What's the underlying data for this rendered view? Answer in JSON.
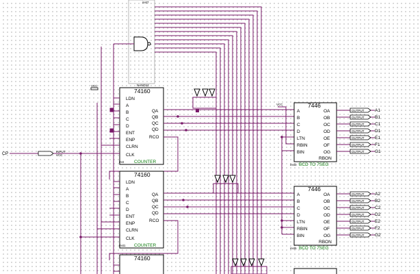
{
  "counters": [
    {
      "part": "74160",
      "pins_left": [
        "LDN",
        "A",
        "B",
        "C",
        "D",
        "ENT",
        "ENP",
        "CLRN",
        "CLK"
      ],
      "pins_right": [
        "QA",
        "QB",
        "QC",
        "QD",
        "RCO"
      ],
      "footer": "COUNTER",
      "inst": "inst"
    },
    {
      "part": "74160",
      "pins_left": [
        "LDN",
        "A",
        "B",
        "C",
        "D",
        "ENT",
        "ENP",
        "CLRN",
        "CLK"
      ],
      "pins_right": [
        "QA",
        "QB",
        "QC",
        "QD",
        "RCO"
      ],
      "footer": "COUNTER",
      "inst": "inst1"
    },
    {
      "part": "74160"
    }
  ],
  "decoders": [
    {
      "part": "7446",
      "pins_left": [
        "A",
        "B",
        "C",
        "D",
        "LTN",
        "RBIN",
        "BIN"
      ],
      "pins_right": [
        "OA",
        "OB",
        "OC",
        "OD",
        "OE",
        "OF",
        "OG",
        "RBON"
      ],
      "footer": "BCD TO 7SEG",
      "inst": "inst3"
    },
    {
      "part": "7446",
      "pins_left": [
        "A",
        "B",
        "C",
        "D",
        "LTN",
        "RBIN",
        "BIN"
      ],
      "pins_right": [
        "OA",
        "OB",
        "OC",
        "OD",
        "OE",
        "OF",
        "OG",
        "RBON"
      ],
      "footer": "BCD TO 7SEG",
      "inst": "inst5"
    }
  ],
  "outputs_top": [
    "A1",
    "B1",
    "C1",
    "D1",
    "E1",
    "F1",
    "G1"
  ],
  "outputs_mid": [
    "A2",
    "B2",
    "C2",
    "D2",
    "E2",
    "F2",
    "G2"
  ],
  "output_tag": "OUTPUT",
  "input_pin": {
    "name": "CP",
    "tag": "INPUT",
    "vcc": "VCC"
  },
  "vcc_label": "VCC",
  "nand_label": "NAND12",
  "nand_inst": "inst7",
  "wire_color": "#7a1a6a",
  "footer_color": "#0a7a0a"
}
